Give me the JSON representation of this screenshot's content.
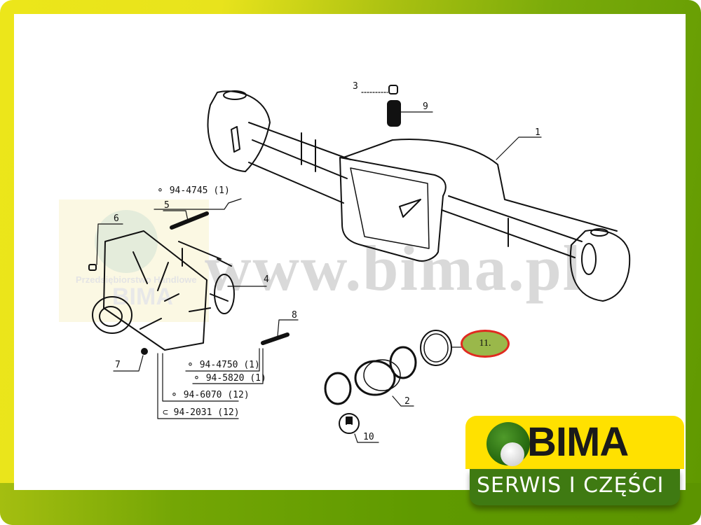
{
  "watermark": "www.bima.pl",
  "sticker": {
    "text": "Przedsiębiorstwo Handlowe",
    "brand": "BIMA"
  },
  "part_labels": [
    {
      "id": "label-1",
      "text": "1"
    },
    {
      "id": "label-2",
      "text": "2"
    },
    {
      "id": "label-3",
      "text": "3"
    },
    {
      "id": "label-4",
      "text": "4"
    },
    {
      "id": "label-5",
      "text": "5"
    },
    {
      "id": "label-6",
      "text": "6"
    },
    {
      "id": "label-7",
      "text": "7"
    },
    {
      "id": "label-8",
      "text": "8"
    },
    {
      "id": "label-9",
      "text": "9"
    },
    {
      "id": "label-10",
      "text": "10"
    }
  ],
  "highlighted_part": {
    "text": "11.",
    "fill": "#9ab84a",
    "border": "#e02a20"
  },
  "part_codes": [
    {
      "text": "⚬ 94-4745 (1)"
    },
    {
      "text": "⚬ 94-4750 (1)"
    },
    {
      "text": "⚬ 94-5820 (1)"
    },
    {
      "text": "⚬ 94-6070 (12)"
    },
    {
      "text": "⊂ 94-2031 (12)"
    }
  ],
  "logo": {
    "name": "BIMA",
    "tagline": "SERWIS I CZĘŚCI",
    "yellow": "#ffe100",
    "green": "#3f7a12"
  },
  "frame": {
    "gradient_start": "#ece61a",
    "gradient_end": "#5f9800"
  }
}
